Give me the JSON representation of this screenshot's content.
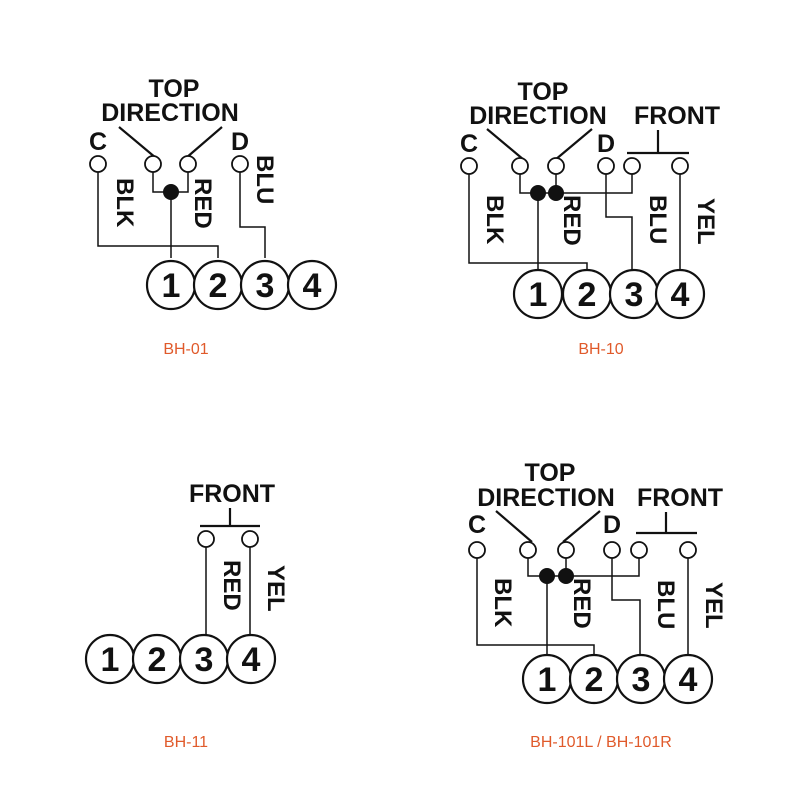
{
  "accent_color": "#e05a2b",
  "diagrams": [
    {
      "caption": "BH-01",
      "top_label": "TOP",
      "direction_label": "DIRECTION",
      "c_label": "C",
      "d_label": "D",
      "wires": [
        "BLK",
        "RED",
        "BLU"
      ],
      "pins": [
        "1",
        "2",
        "3",
        "4"
      ]
    },
    {
      "caption": "BH-10",
      "top_label": "TOP",
      "direction_label": "DIRECTION",
      "c_label": "C",
      "d_label": "D",
      "front_label": "FRONT",
      "wires": [
        "BLK",
        "RED",
        "BLU",
        "YEL"
      ],
      "pins": [
        "1",
        "2",
        "3",
        "4"
      ]
    },
    {
      "caption": "BH-11",
      "front_label": "FRONT",
      "wires": [
        "RED",
        "YEL"
      ],
      "pins": [
        "1",
        "2",
        "3",
        "4"
      ]
    },
    {
      "caption": "BH-101L / BH-101R",
      "top_label": "TOP",
      "direction_label": "DIRECTION",
      "c_label": "C",
      "d_label": "D",
      "front_label": "FRONT",
      "wires": [
        "BLK",
        "RED",
        "BLU",
        "YEL"
      ],
      "pins": [
        "1",
        "2",
        "3",
        "4"
      ]
    }
  ]
}
